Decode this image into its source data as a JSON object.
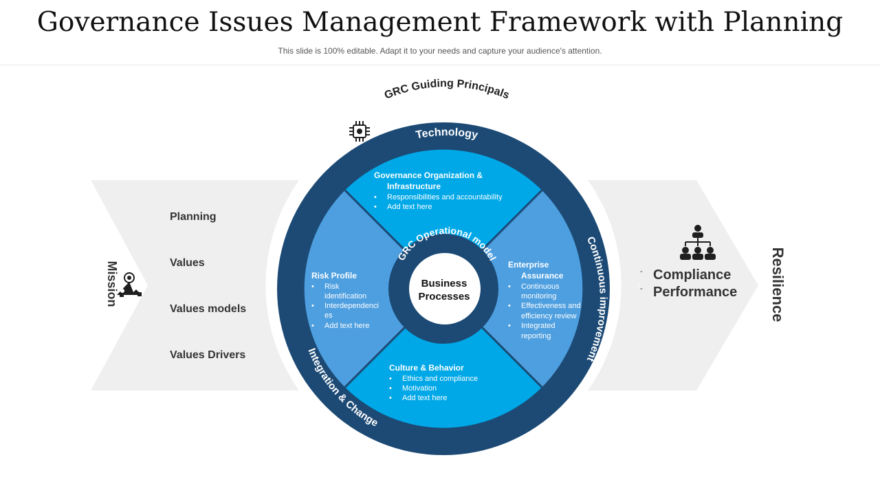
{
  "header": {
    "title": "Governance Issues Management Framework with Planning",
    "subtitle": "This slide is 100% editable. Adapt it to your needs and capture your audience's attention."
  },
  "left": {
    "mission_label": "Mission",
    "items": [
      "Planning",
      "Values",
      "Values models",
      "Values Drivers"
    ]
  },
  "ring": {
    "top_label": "GRC Guiding Principals",
    "technology": "Technology",
    "continuous_improvement": "Continuous improvement",
    "integration_change": "Integration & Change"
  },
  "quadrants": {
    "top": {
      "title_line1": "Governance Organization  &",
      "title_line2": "Infrastructure",
      "bullets": [
        "Responsibilities and accountability",
        "Add text here"
      ]
    },
    "left": {
      "title": "Risk  Profile",
      "bullets": [
        [
          "Risk",
          "identification"
        ],
        [
          "Interdependenci",
          "es"
        ],
        [
          "Add text here"
        ]
      ]
    },
    "right": {
      "title_line1": "Enterprise",
      "title_line2": "Assurance",
      "bullets": [
        [
          "Continuous",
          "monitoring"
        ],
        [
          "Effectiveness and",
          "efficiency review"
        ],
        [
          "Integrated",
          "reporting"
        ]
      ]
    },
    "bottom": {
      "title": "Culture & Behavior",
      "bullets": [
        "Ethics and compliance",
        "Motivation",
        "Add text here"
      ]
    }
  },
  "center": {
    "operational_label": "GRC Operational model",
    "line1": "Business",
    "line2": "Processes"
  },
  "right": {
    "items": [
      "Compliance",
      "Performance"
    ],
    "resilience_label": "Resilience"
  },
  "colors": {
    "dark_blue": "#1c4a75",
    "bright_blue": "#00a8e8",
    "mid_blue": "#4e9fe0",
    "chevron_gray": "#efefef",
    "icon_dark": "#1f1f1f"
  }
}
